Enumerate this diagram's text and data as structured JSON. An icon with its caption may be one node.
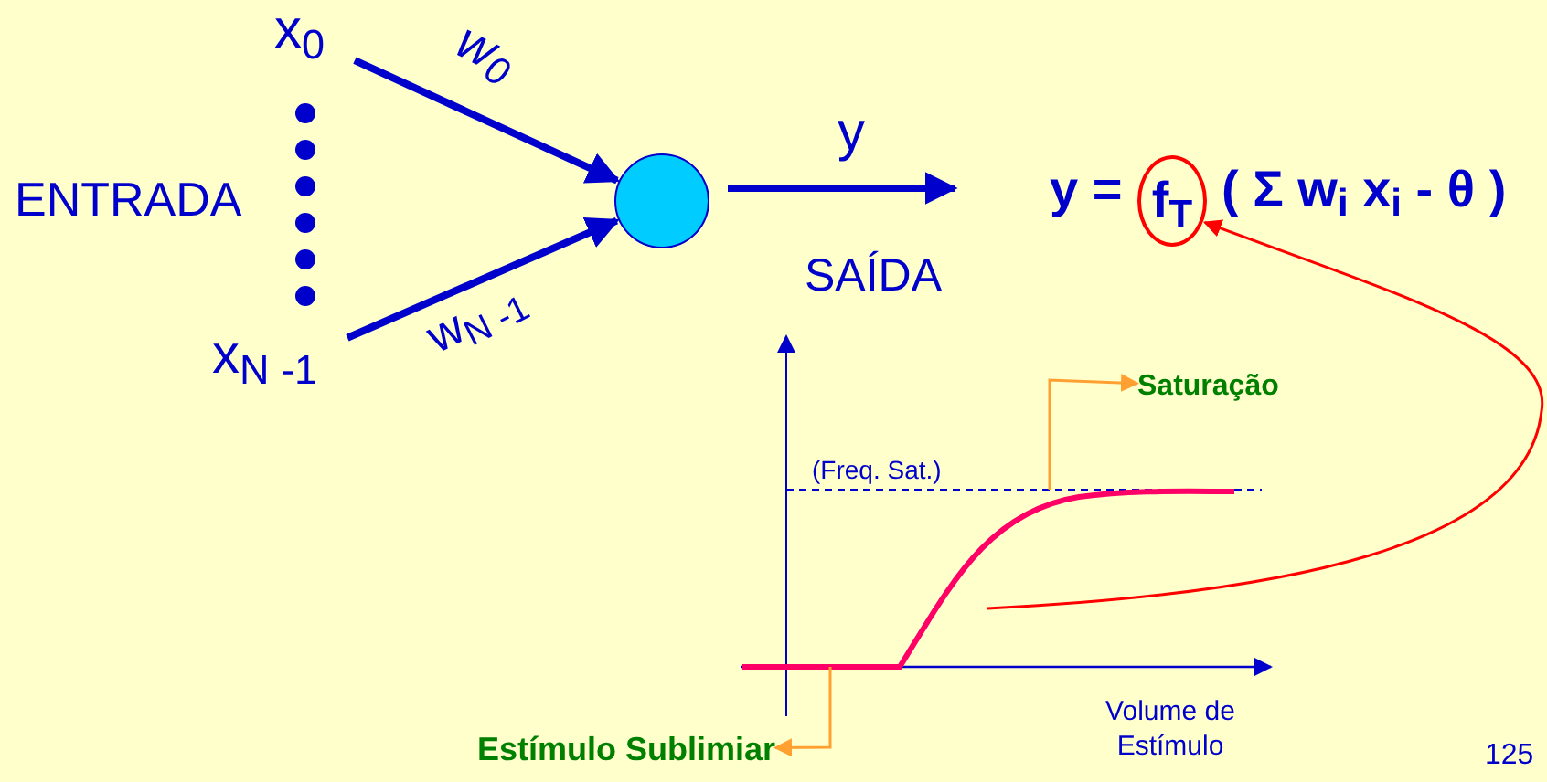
{
  "diagram": {
    "nodes": [
      {
        "text": [
          "x$_{0}$"
        ]
      },
      {
        "text": [
          "x$_{N -1}$"
        ]
      },
      {
        "text": [],
        "shape": "circle"
      },
      {
        "text": [
          "f$_{T}$"
        ]
      },
      {
        "text": [
          "Saturação"
        ]
      },
      {
        "text": [
          "Estímulo Sublimiar"
        ]
      }
    ],
    "edges": [
      {
        "from": 0,
        "to": 2,
        "arrow": "to",
        "label": "w$_{0}$",
        "style": "thick"
      },
      {
        "from": 1,
        "to": 2,
        "arrow": "to",
        "label": "w$_{N -1}$",
        "style": "thick"
      },
      {
        "from": 2,
        "to": null,
        "arrow": "to",
        "label": "y",
        "style": "thick"
      },
      {
        "from": null,
        "to": 4,
        "arrow": "to",
        "color": "#ffa030"
      },
      {
        "from": null,
        "to": 5,
        "arrow": "to",
        "color": "#ffa030"
      },
      {
        "from": null,
        "to": 3,
        "arrow": "to",
        "color": "#ff0000"
      }
    ],
    "labels": [
      "ENTRADA",
      "SAÍDA",
      "y =",
      "( Σ w$_{i}$ x$_{i}$ - θ )",
      "(Freq. Sat.)",
      "Volume de Estímulo",
      "125"
    ]
  }
}
